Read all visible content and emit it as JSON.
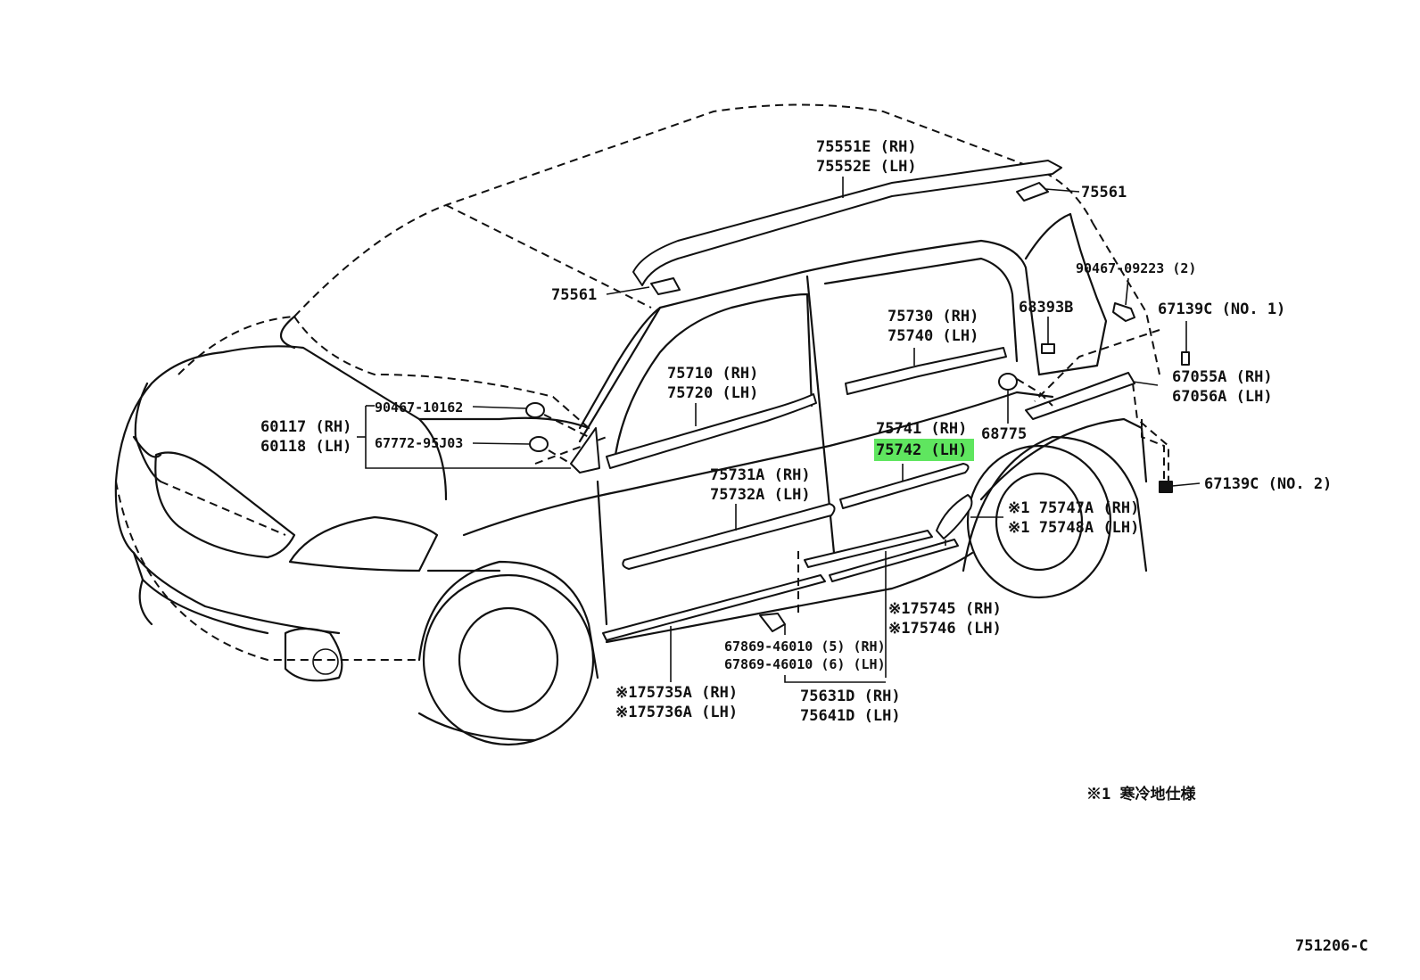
{
  "labels": {
    "roof_rail_rh": "75551E (RH)",
    "roof_rail_lh": "75552E (LH)",
    "clip_rear_roof": "75561",
    "clip_front_roof": "75561",
    "bolt_rear": "90467-09223 (2)",
    "cover_no1": "67139C (NO. 1)",
    "part_68393b": "68393B",
    "rear_moulding_rh": "67055A (RH)",
    "rear_moulding_lh": "67056A (LH)",
    "clip_68775": "68775",
    "cover_no2": "67139C (NO. 2)",
    "rear_door_belt_rh": "75730 (RH)",
    "rear_door_belt_lh": "75740 (LH)",
    "front_door_belt_rh": "75710 (RH)",
    "front_door_belt_lh": "75720 (LH)",
    "clip_90467": "90467-10162",
    "clip_67772": "67772-95J03",
    "cowl_rh": "60117 (RH)",
    "cowl_lh": "60118 (LH)",
    "rear_door_side_rh": "75741 (RH)",
    "rear_door_side_lh": "75742 (LH)",
    "front_door_side_rh": "75731A (RH)",
    "front_door_side_lh": "75732A (LH)",
    "quarter_rh": "※1 75747A (RH)",
    "quarter_lh": "※1 75748A (LH)",
    "rear_rocker_rh": "※175745 (RH)",
    "rear_rocker_lh": "※175746 (LH)",
    "clip_rh": "67869-46010 (5)  (RH)",
    "clip_lh": "67869-46010 (6)  (LH)",
    "front_rocker_rh": "※175735A (RH)",
    "front_rocker_lh": "※175736A (LH)",
    "rocker_moulding_rh": "75631D (RH)",
    "rocker_moulding_lh": "75641D (LH)"
  },
  "note": "※1 寒冷地仕様",
  "diagram_id": "751206-C",
  "colors": {
    "highlight": "#5fe65f",
    "ink": "#111111"
  }
}
